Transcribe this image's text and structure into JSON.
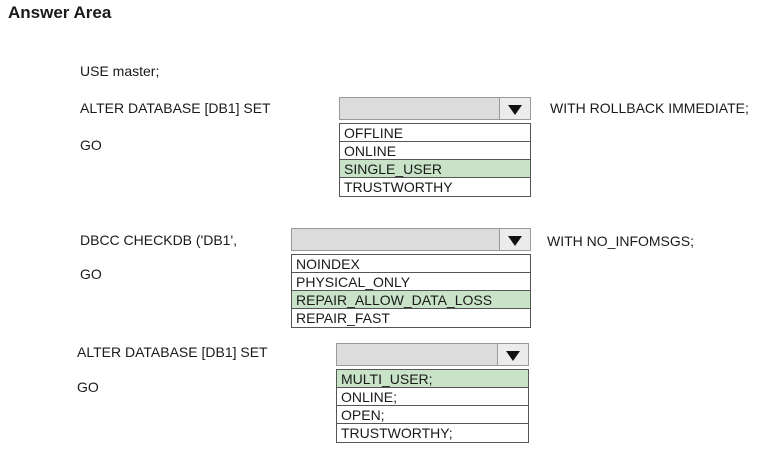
{
  "title": "Answer Area",
  "block1": {
    "line1": "USE master;",
    "prefix": "ALTER DATABASE [DB1] SET",
    "suffix": "WITH ROLLBACK IMMEDIATE;",
    "go": "GO",
    "options": [
      "OFFLINE",
      "ONLINE",
      "SINGLE_USER",
      "TRUSTWORTHY"
    ],
    "selected": "SINGLE_USER"
  },
  "block2": {
    "prefix": "DBCC CHECKDB ('DB1',",
    "suffix": "WITH NO_INFOMSGS;",
    "go": "GO",
    "options": [
      "NOINDEX",
      "PHYSICAL_ONLY",
      "REPAIR_ALLOW_DATA_LOSS",
      "REPAIR_FAST"
    ],
    "selected": "REPAIR_ALLOW_DATA_LOSS"
  },
  "block3": {
    "prefix": "ALTER DATABASE [DB1] SET",
    "go": "GO",
    "options": [
      "MULTI_USER;",
      "ONLINE;",
      "OPEN;",
      "TRUSTWORTHY;"
    ],
    "selected": "MULTI_USER;"
  },
  "colors": {
    "selected_bg": "#c8e3c8",
    "dropdown_bg": "#dcdcdc"
  }
}
